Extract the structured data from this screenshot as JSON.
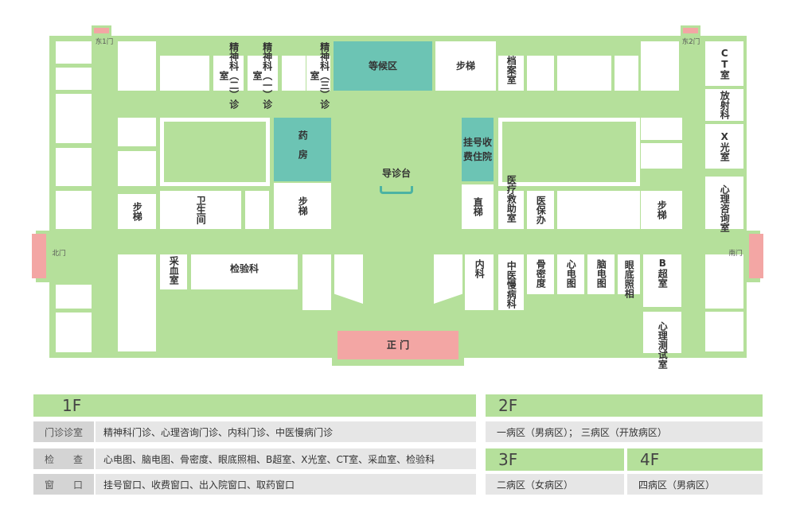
{
  "map": {
    "gates": {
      "east1": "东1门",
      "east2": "东2门",
      "north": "北门",
      "south": "南门",
      "main": "正 门"
    },
    "rooms": {
      "waiting": "等候区",
      "stairs_top": "步梯",
      "psych2": "精神科（二）诊室",
      "psych1": "精神科（一）诊室",
      "psych3": "精神科（三）诊室",
      "archives": "档案室",
      "ct": "CT室",
      "radiology": "放射科",
      "xray": "X光室",
      "pharmacy": "药房",
      "registration": "挂号收费住院",
      "guide_desk": "导诊台",
      "stairs_left": "步梯",
      "toilet": "卫生间",
      "stairs_mid": "步梯",
      "elevator": "直梯",
      "medical_aid": "医疗救助室",
      "insurance": "医保办",
      "stairs_right": "步梯",
      "psych_consult": "心理咨询室",
      "blood": "采血室",
      "lab": "检验科",
      "internal": "内科",
      "tcm": "中医慢病科",
      "bone": "骨密度",
      "ecg": "心电图",
      "eeg": "脑电图",
      "fundus": "眼底照相",
      "bultrasound": "B超室",
      "psych_test": "心理测试室"
    }
  },
  "floors": {
    "f1": {
      "title": "1F",
      "rows": [
        {
          "label": "门诊诊室",
          "value": "精神科门诊、心理咨询门诊、内科门诊、中医慢病门诊"
        },
        {
          "label": "检　　查",
          "value": "心电图、脑电图、骨密度、眼底照相、B超室、X光室、CT室、采血室、检验科"
        },
        {
          "label": "窗　　口",
          "value": "挂号窗口、收费窗口、出入院窗口、取药窗口"
        }
      ]
    },
    "f2": {
      "title": "2F",
      "value": "一病区（男病区）； 三病区（开放病区）"
    },
    "f3": {
      "title": "3F",
      "value": "二病区（女病区）"
    },
    "f4": {
      "title": "4F",
      "value": "四病区（男病区）"
    }
  },
  "colors": {
    "corridor": "#b5e09b",
    "teal": "#6cc4b4",
    "gate": "#f3a6a4",
    "room": "#ffffff"
  }
}
